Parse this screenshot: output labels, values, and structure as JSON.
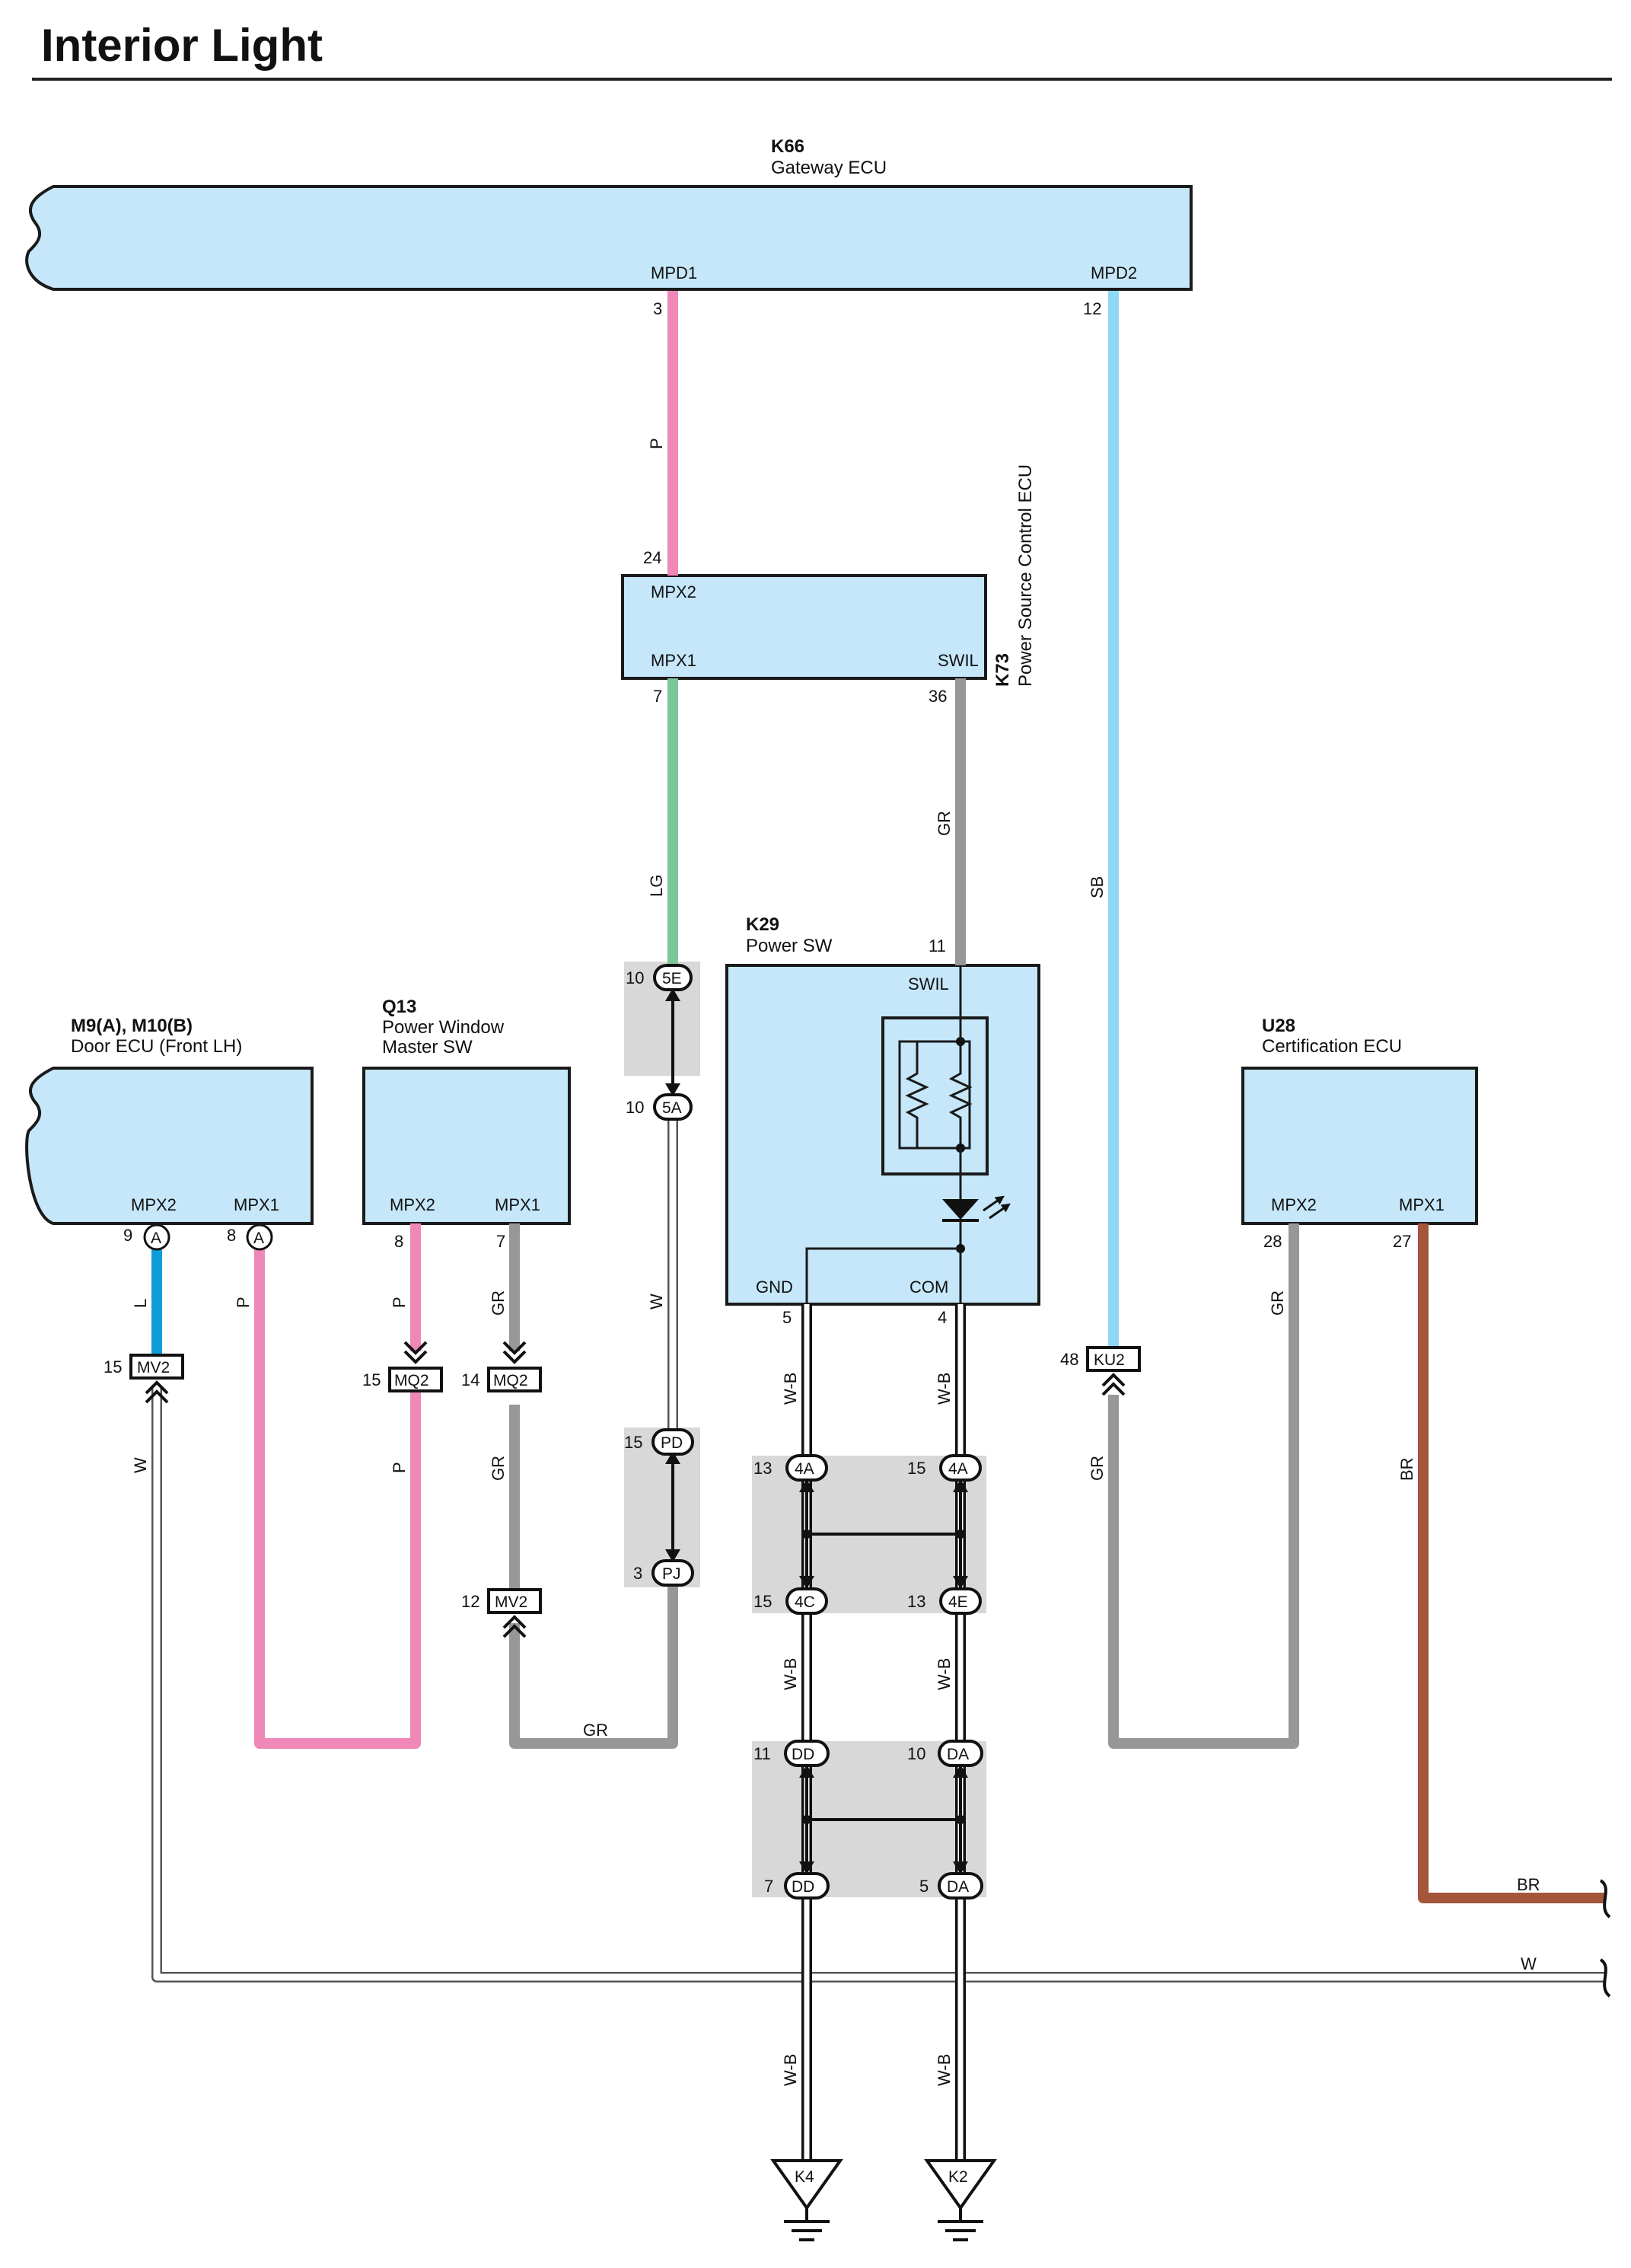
{
  "title": "Interior Light",
  "components": {
    "k66": {
      "id": "K66",
      "name": "Gateway ECU",
      "pins": {
        "mpd1": "MPD1",
        "mpd1_no": "3",
        "mpd2": "MPD2",
        "mpd2_no": "12"
      }
    },
    "k73": {
      "id": "K73",
      "name": "Power Source Control ECU",
      "pins": {
        "mpx2": "MPX2",
        "mpx2_no": "24",
        "mpx1": "MPX1",
        "mpx1_no": "7",
        "swil": "SWIL",
        "swil_no": "36"
      }
    },
    "k29": {
      "id": "K29",
      "name": "Power SW",
      "pins": {
        "swil": "SWIL",
        "swil_no": "11",
        "gnd": "GND",
        "gnd_no": "5",
        "com": "COM",
        "com_no": "4"
      }
    },
    "m9": {
      "id": "M9(A), M10(B)",
      "name": "Door ECU (Front LH)",
      "pins": {
        "mpx2": "MPX2",
        "mpx2_no": "9",
        "mpx2_conn": "A",
        "mpx1": "MPX1",
        "mpx1_no": "8",
        "mpx1_conn": "A"
      }
    },
    "q13": {
      "id": "Q13",
      "name_line1": "Power Window",
      "name_line2": "Master SW",
      "pins": {
        "mpx2": "MPX2",
        "mpx2_no": "8",
        "mpx1": "MPX1",
        "mpx1_no": "7"
      }
    },
    "u28": {
      "id": "U28",
      "name": "Certification ECU",
      "pins": {
        "mpx2": "MPX2",
        "mpx2_no": "28",
        "mpx1": "MPX1",
        "mpx1_no": "27"
      }
    }
  },
  "connectors": {
    "c5e": {
      "label": "5E",
      "pin": "10"
    },
    "c5a": {
      "label": "5A",
      "pin": "10"
    },
    "cpd": {
      "label": "PD",
      "pin": "15"
    },
    "cpj": {
      "label": "PJ",
      "pin": "3"
    },
    "mv2a": {
      "label": "MV2",
      "pin": "15"
    },
    "mq2a": {
      "label": "MQ2",
      "pin": "15"
    },
    "mq2b": {
      "label": "MQ2",
      "pin": "14"
    },
    "mv2b": {
      "label": "MV2",
      "pin": "12"
    },
    "ku2": {
      "label": "KU2",
      "pin": "48"
    },
    "c4a_l": {
      "label": "4A",
      "pin": "13"
    },
    "c4a_r": {
      "label": "4A",
      "pin": "15"
    },
    "c4c": {
      "label": "4C",
      "pin": "15"
    },
    "c4e": {
      "label": "4E",
      "pin": "13"
    },
    "cdd1": {
      "label": "DD",
      "pin": "11"
    },
    "cda1": {
      "label": "DA",
      "pin": "10"
    },
    "cdd2": {
      "label": "DD",
      "pin": "7"
    },
    "cda2": {
      "label": "DA",
      "pin": "5"
    }
  },
  "grounds": {
    "k4": "K4",
    "k2": "K2"
  },
  "wires": {
    "p_top": "P",
    "lg": "LG",
    "gr_swil": "GR",
    "sb": "SB",
    "w_mid": "W",
    "l": "L",
    "p_m9": "P",
    "p_q13": "P",
    "p_q13b": "P",
    "gr_q13": "GR",
    "gr_q13b": "GR",
    "gr_bottom": "GR",
    "w_m9": "W",
    "gr_u28": "GR",
    "gr_u28b": "GR",
    "br": "BR",
    "br_end": "BR",
    "w_end": "W",
    "wb_gnd1": "W-B",
    "wb_com1": "W-B",
    "wb_gnd2": "W-B",
    "wb_com2": "W-B",
    "wb_gnd3": "W-B",
    "wb_com3": "W-B"
  },
  "colors": {
    "ecu_fill": "#c5e7f9",
    "wire_pink": "#ef87b8",
    "wire_green": "#7dc59a",
    "wire_gray": "#979798",
    "wire_sky": "#8fd8f6",
    "wire_blue": "#109cd8",
    "wire_brown": "#a5553a",
    "junction_box": "#d8d8d8"
  }
}
